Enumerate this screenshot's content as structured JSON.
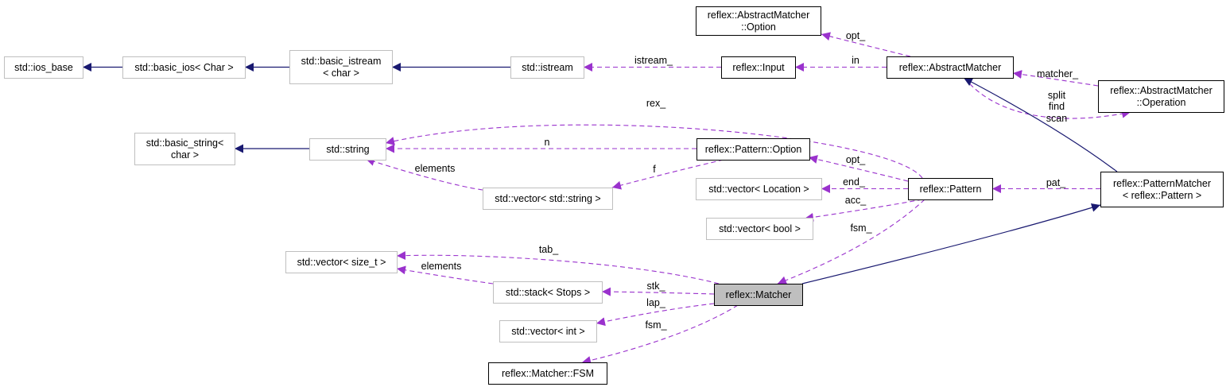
{
  "diagram": {
    "colors": {
      "inheritance": "#191970",
      "usage": "#9a32cd",
      "external_border": "#bfbfbf",
      "documented_border": "#000000",
      "focus_fill": "#bfbfbf"
    },
    "nodes": [
      {
        "id": "ios_base",
        "lines": [
          "std::ios_base"
        ],
        "style": "external"
      },
      {
        "id": "basic_ios",
        "lines": [
          "std::basic_ios< Char >"
        ],
        "style": "external"
      },
      {
        "id": "basic_istream",
        "lines": [
          "std::basic_istream",
          "< char >"
        ],
        "style": "external"
      },
      {
        "id": "istream",
        "lines": [
          "std::istream"
        ],
        "style": "external"
      },
      {
        "id": "input",
        "lines": [
          "reflex::Input"
        ],
        "style": "documented"
      },
      {
        "id": "am_option",
        "lines": [
          "reflex::AbstractMatcher",
          "::Option"
        ],
        "style": "documented"
      },
      {
        "id": "abstract_matcher",
        "lines": [
          "reflex::AbstractMatcher"
        ],
        "style": "documented"
      },
      {
        "id": "am_operation",
        "lines": [
          "reflex::AbstractMatcher",
          "::Operation"
        ],
        "style": "documented"
      },
      {
        "id": "basic_string",
        "lines": [
          "std::basic_string<",
          "char >"
        ],
        "style": "external"
      },
      {
        "id": "string",
        "lines": [
          "std::string"
        ],
        "style": "external"
      },
      {
        "id": "pattern_option",
        "lines": [
          "reflex::Pattern::Option"
        ],
        "style": "documented"
      },
      {
        "id": "vec_string",
        "lines": [
          "std::vector< std::string >"
        ],
        "style": "external"
      },
      {
        "id": "vec_location",
        "lines": [
          "std::vector< Location >"
        ],
        "style": "external"
      },
      {
        "id": "pattern",
        "lines": [
          "reflex::Pattern"
        ],
        "style": "documented"
      },
      {
        "id": "pattern_matcher",
        "lines": [
          "reflex::PatternMatcher",
          "< reflex::Pattern >"
        ],
        "style": "documented"
      },
      {
        "id": "vec_bool",
        "lines": [
          "std::vector< bool >"
        ],
        "style": "external"
      },
      {
        "id": "vec_size_t",
        "lines": [
          "std::vector< size_t >"
        ],
        "style": "external"
      },
      {
        "id": "stack_stops",
        "lines": [
          "std::stack< Stops >"
        ],
        "style": "external"
      },
      {
        "id": "matcher",
        "lines": [
          "reflex::Matcher"
        ],
        "style": "focus"
      },
      {
        "id": "vec_int",
        "lines": [
          "std::vector< int >"
        ],
        "style": "external"
      },
      {
        "id": "matcher_fsm",
        "lines": [
          "reflex::Matcher::FSM"
        ],
        "style": "documented"
      }
    ],
    "edges": [
      {
        "id": "e1",
        "kind": "inheritance",
        "from": "basic_ios",
        "to": "ios_base",
        "labels": []
      },
      {
        "id": "e2",
        "kind": "inheritance",
        "from": "basic_istream",
        "to": "basic_ios",
        "labels": []
      },
      {
        "id": "e3",
        "kind": "inheritance",
        "from": "istream",
        "to": "basic_istream",
        "labels": []
      },
      {
        "id": "e4",
        "kind": "usage",
        "from": "input",
        "to": "istream",
        "labels": [
          "istream_"
        ]
      },
      {
        "id": "e5",
        "kind": "usage",
        "from": "abstract_matcher",
        "to": "input",
        "labels": [
          "in"
        ]
      },
      {
        "id": "e6",
        "kind": "usage",
        "from": "abstract_matcher",
        "to": "am_option",
        "labels": [
          "opt_"
        ]
      },
      {
        "id": "e7",
        "kind": "usage",
        "from": "am_operation",
        "to": "abstract_matcher",
        "labels": [
          "matcher_"
        ]
      },
      {
        "id": "e8",
        "kind": "usage",
        "from": "abstract_matcher",
        "to": "am_operation",
        "labels": [
          "split",
          "find",
          "scan"
        ]
      },
      {
        "id": "e9",
        "kind": "inheritance",
        "from": "pattern_matcher",
        "to": "abstract_matcher",
        "labels": []
      },
      {
        "id": "e10",
        "kind": "inheritance",
        "from": "string",
        "to": "basic_string",
        "labels": []
      },
      {
        "id": "e11",
        "kind": "usage",
        "from": "pattern",
        "to": "string",
        "labels": [
          "rex_"
        ]
      },
      {
        "id": "e12",
        "kind": "usage",
        "from": "pattern_option",
        "to": "string",
        "labels": [
          "n"
        ]
      },
      {
        "id": "e13",
        "kind": "usage",
        "from": "vec_string",
        "to": "string",
        "labels": [
          "elements"
        ]
      },
      {
        "id": "e14",
        "kind": "usage",
        "from": "pattern_option",
        "to": "vec_string",
        "labels": [
          "f"
        ]
      },
      {
        "id": "e15",
        "kind": "usage",
        "from": "pattern",
        "to": "pattern_option",
        "labels": [
          "opt_"
        ]
      },
      {
        "id": "e16",
        "kind": "usage",
        "from": "pattern",
        "to": "vec_location",
        "labels": [
          "end_"
        ]
      },
      {
        "id": "e17",
        "kind": "usage",
        "from": "pattern",
        "to": "vec_bool",
        "labels": [
          "acc_"
        ]
      },
      {
        "id": "e18",
        "kind": "usage",
        "from": "pattern_matcher",
        "to": "pattern",
        "labels": [
          "pat_"
        ]
      },
      {
        "id": "e19",
        "kind": "usage",
        "from": "pattern",
        "to": "matcher",
        "labels": [
          "fsm_"
        ]
      },
      {
        "id": "e20",
        "kind": "inheritance",
        "from": "matcher",
        "to": "pattern_matcher",
        "labels": []
      },
      {
        "id": "e21",
        "kind": "usage",
        "from": "matcher",
        "to": "vec_size_t",
        "labels": [
          "tab_"
        ]
      },
      {
        "id": "e22",
        "kind": "usage",
        "from": "stack_stops",
        "to": "vec_size_t",
        "labels": [
          "elements"
        ]
      },
      {
        "id": "e23",
        "kind": "usage",
        "from": "matcher",
        "to": "stack_stops",
        "labels": [
          "stk_"
        ]
      },
      {
        "id": "e24",
        "kind": "usage",
        "from": "matcher",
        "to": "vec_int",
        "labels": [
          "lap_"
        ]
      },
      {
        "id": "e25",
        "kind": "usage",
        "from": "matcher",
        "to": "matcher_fsm",
        "labels": [
          "fsm_"
        ]
      }
    ]
  }
}
